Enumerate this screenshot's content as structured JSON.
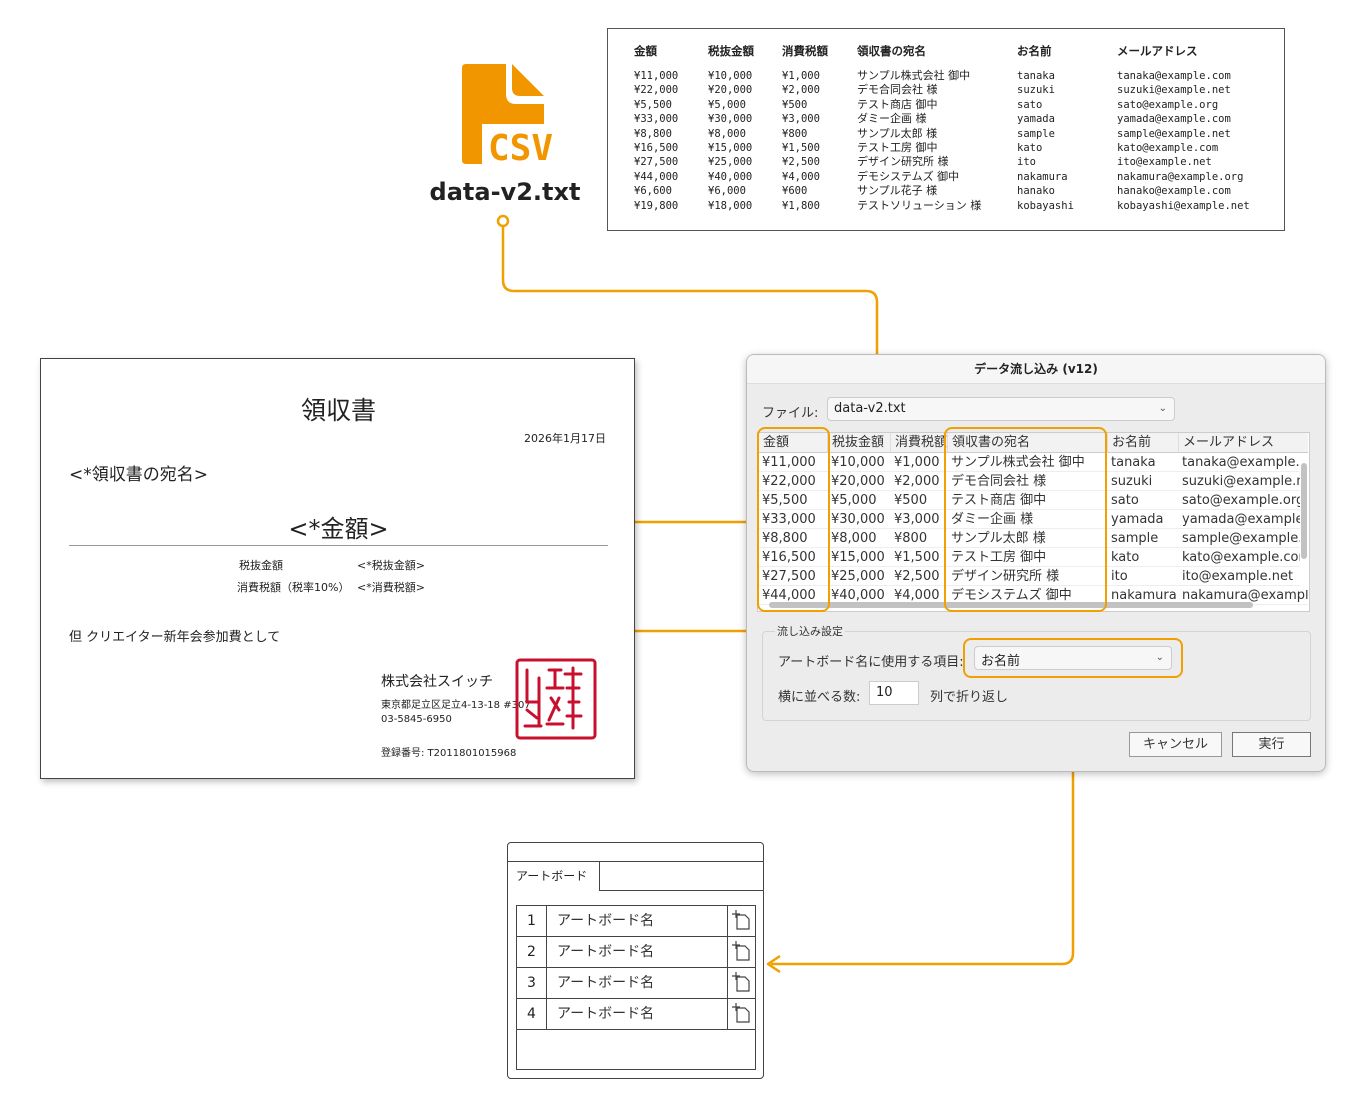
{
  "csv_file": {
    "icon_text": "CSV",
    "filename": "data-v2.txt"
  },
  "csv_preview": {
    "headers": [
      "金額",
      "税抜金額",
      "消費税額",
      "領収書の宛名",
      "お名前",
      "メールアドレス"
    ],
    "rows": [
      [
        "¥11,000",
        "¥10,000",
        "¥1,000",
        "サンプル株式会社 御中",
        "tanaka",
        "tanaka@example.com"
      ],
      [
        "¥22,000",
        "¥20,000",
        "¥2,000",
        "デモ合同会社 様",
        "suzuki",
        "suzuki@example.net"
      ],
      [
        "¥5,500",
        "¥5,000",
        "¥500",
        "テスト商店 御中",
        "sato",
        "sato@example.org"
      ],
      [
        "¥33,000",
        "¥30,000",
        "¥3,000",
        "ダミー企画 様",
        "yamada",
        "yamada@example.com"
      ],
      [
        "¥8,800",
        "¥8,000",
        "¥800",
        "サンプル太郎 様",
        "sample",
        "sample@example.net"
      ],
      [
        "¥16,500",
        "¥15,000",
        "¥1,500",
        "テスト工房 御中",
        "kato",
        "kato@example.com"
      ],
      [
        "¥27,500",
        "¥25,000",
        "¥2,500",
        "デザイン研究所 様",
        "ito",
        "ito@example.net"
      ],
      [
        "¥44,000",
        "¥40,000",
        "¥4,000",
        "デモシステムズ 御中",
        "nakamura",
        "nakamura@example.org"
      ],
      [
        "¥6,600",
        "¥6,000",
        "¥600",
        "サンプル花子 様",
        "hanako",
        "hanako@example.com"
      ],
      [
        "¥19,800",
        "¥18,000",
        "¥1,800",
        "テストソリューション 様",
        "kobayashi",
        "kobayashi@example.net"
      ]
    ]
  },
  "receipt": {
    "title": "領収書",
    "date": "2026年1月17日",
    "addressee": "<*領収書の宛名>",
    "amount": "<*金額>",
    "tax_excluded_label": "税抜金額",
    "tax_excluded_value": "<*税抜金額>",
    "tax_label": "消費税額（税率10%）",
    "tax_value": "<*消費税額>",
    "note": "但 クリエイター新年会参加費として",
    "company": "株式会社スイッチ",
    "address": "東京都足立区足立4-13-18 #307",
    "phone": "03-5845-6950",
    "registration": "登録番号: T2011801015968"
  },
  "dialog": {
    "title": "データ流し込み (v12)",
    "file_label": "ファイル:",
    "file_value": "data-v2.txt",
    "grid_headers": [
      "金額",
      "税抜金額",
      "消費税額",
      "領収書の宛名",
      "お名前",
      "メールアドレス"
    ],
    "grid_rows": [
      [
        "¥11,000",
        "¥10,000",
        "¥1,000",
        "サンプル株式会社 御中",
        "tanaka",
        "tanaka@example.com"
      ],
      [
        "¥22,000",
        "¥20,000",
        "¥2,000",
        "デモ合同会社 様",
        "suzuki",
        "suzuki@example.net"
      ],
      [
        "¥5,500",
        "¥5,000",
        "¥500",
        "テスト商店 御中",
        "sato",
        "sato@example.org"
      ],
      [
        "¥33,000",
        "¥30,000",
        "¥3,000",
        "ダミー企画 様",
        "yamada",
        "yamada@example.com"
      ],
      [
        "¥8,800",
        "¥8,000",
        "¥800",
        "サンプル太郎 様",
        "sample",
        "sample@example.net"
      ],
      [
        "¥16,500",
        "¥15,000",
        "¥1,500",
        "テスト工房 御中",
        "kato",
        "kato@example.com"
      ],
      [
        "¥27,500",
        "¥25,000",
        "¥2,500",
        "デザイン研究所 様",
        "ito",
        "ito@example.net"
      ],
      [
        "¥44,000",
        "¥40,000",
        "¥4,000",
        "デモシステムズ 御中",
        "nakamura",
        "nakamura@example.org"
      ]
    ],
    "settings_legend": "流し込み設定",
    "artboard_field_label": "アートボード名に使用する項目:",
    "artboard_field_value": "お名前",
    "columns_label": "横に並べる数:",
    "columns_value": "10",
    "columns_suffix": "列で折り返し",
    "cancel_label": "キャンセル",
    "run_label": "実行"
  },
  "artboard_panel": {
    "tab_label": "アートボード",
    "rows": [
      {
        "num": "1",
        "name": "アートボード名"
      },
      {
        "num": "2",
        "name": "アートボード名"
      },
      {
        "num": "3",
        "name": "アートボード名"
      },
      {
        "num": "4",
        "name": "アートボード名"
      }
    ]
  },
  "colors": {
    "accent": "#f0a000",
    "seal": "#c8102e"
  }
}
